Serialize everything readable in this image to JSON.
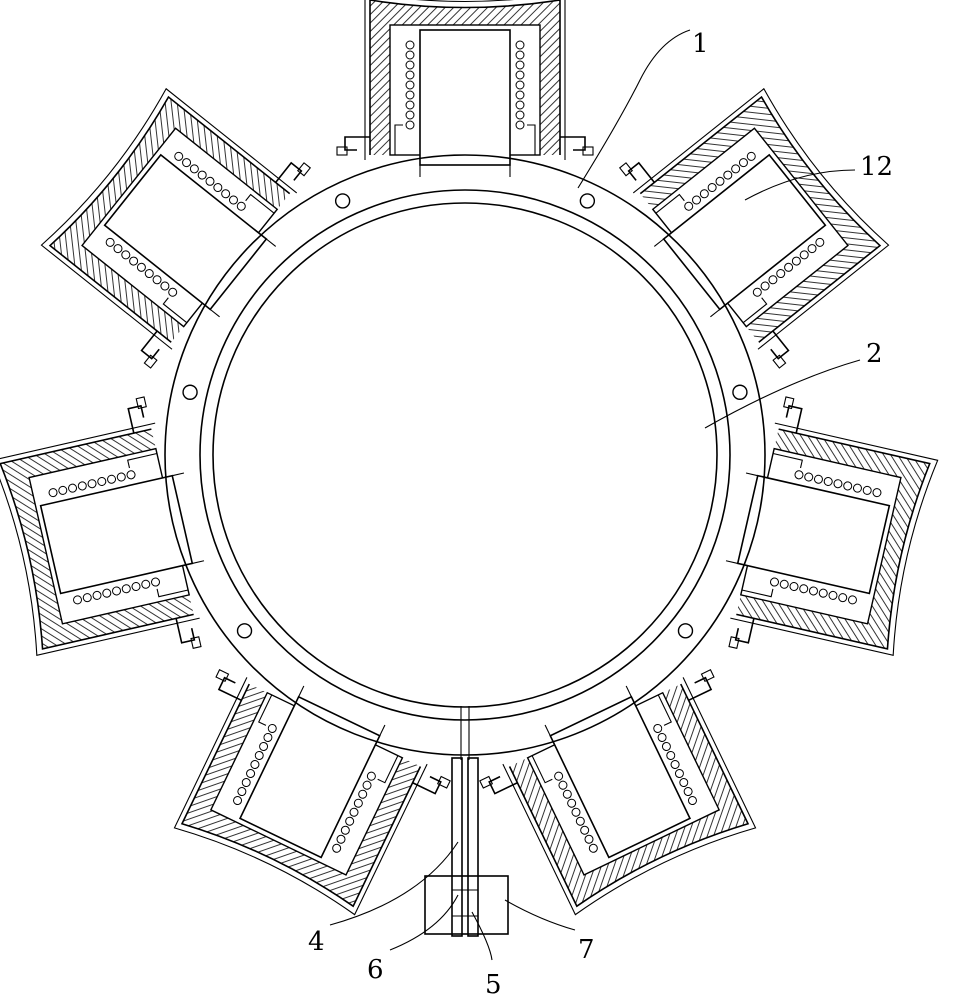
{
  "figure": {
    "labels": {
      "ring": "1",
      "electromagnet_unit": "12",
      "inner_ring": "2",
      "rod": "4",
      "left_clamp": "6",
      "split": "5",
      "block": "7"
    },
    "unit_count": 7,
    "colors": {
      "line": "#000000",
      "background": "#ffffff",
      "hatch": "#333333"
    }
  }
}
